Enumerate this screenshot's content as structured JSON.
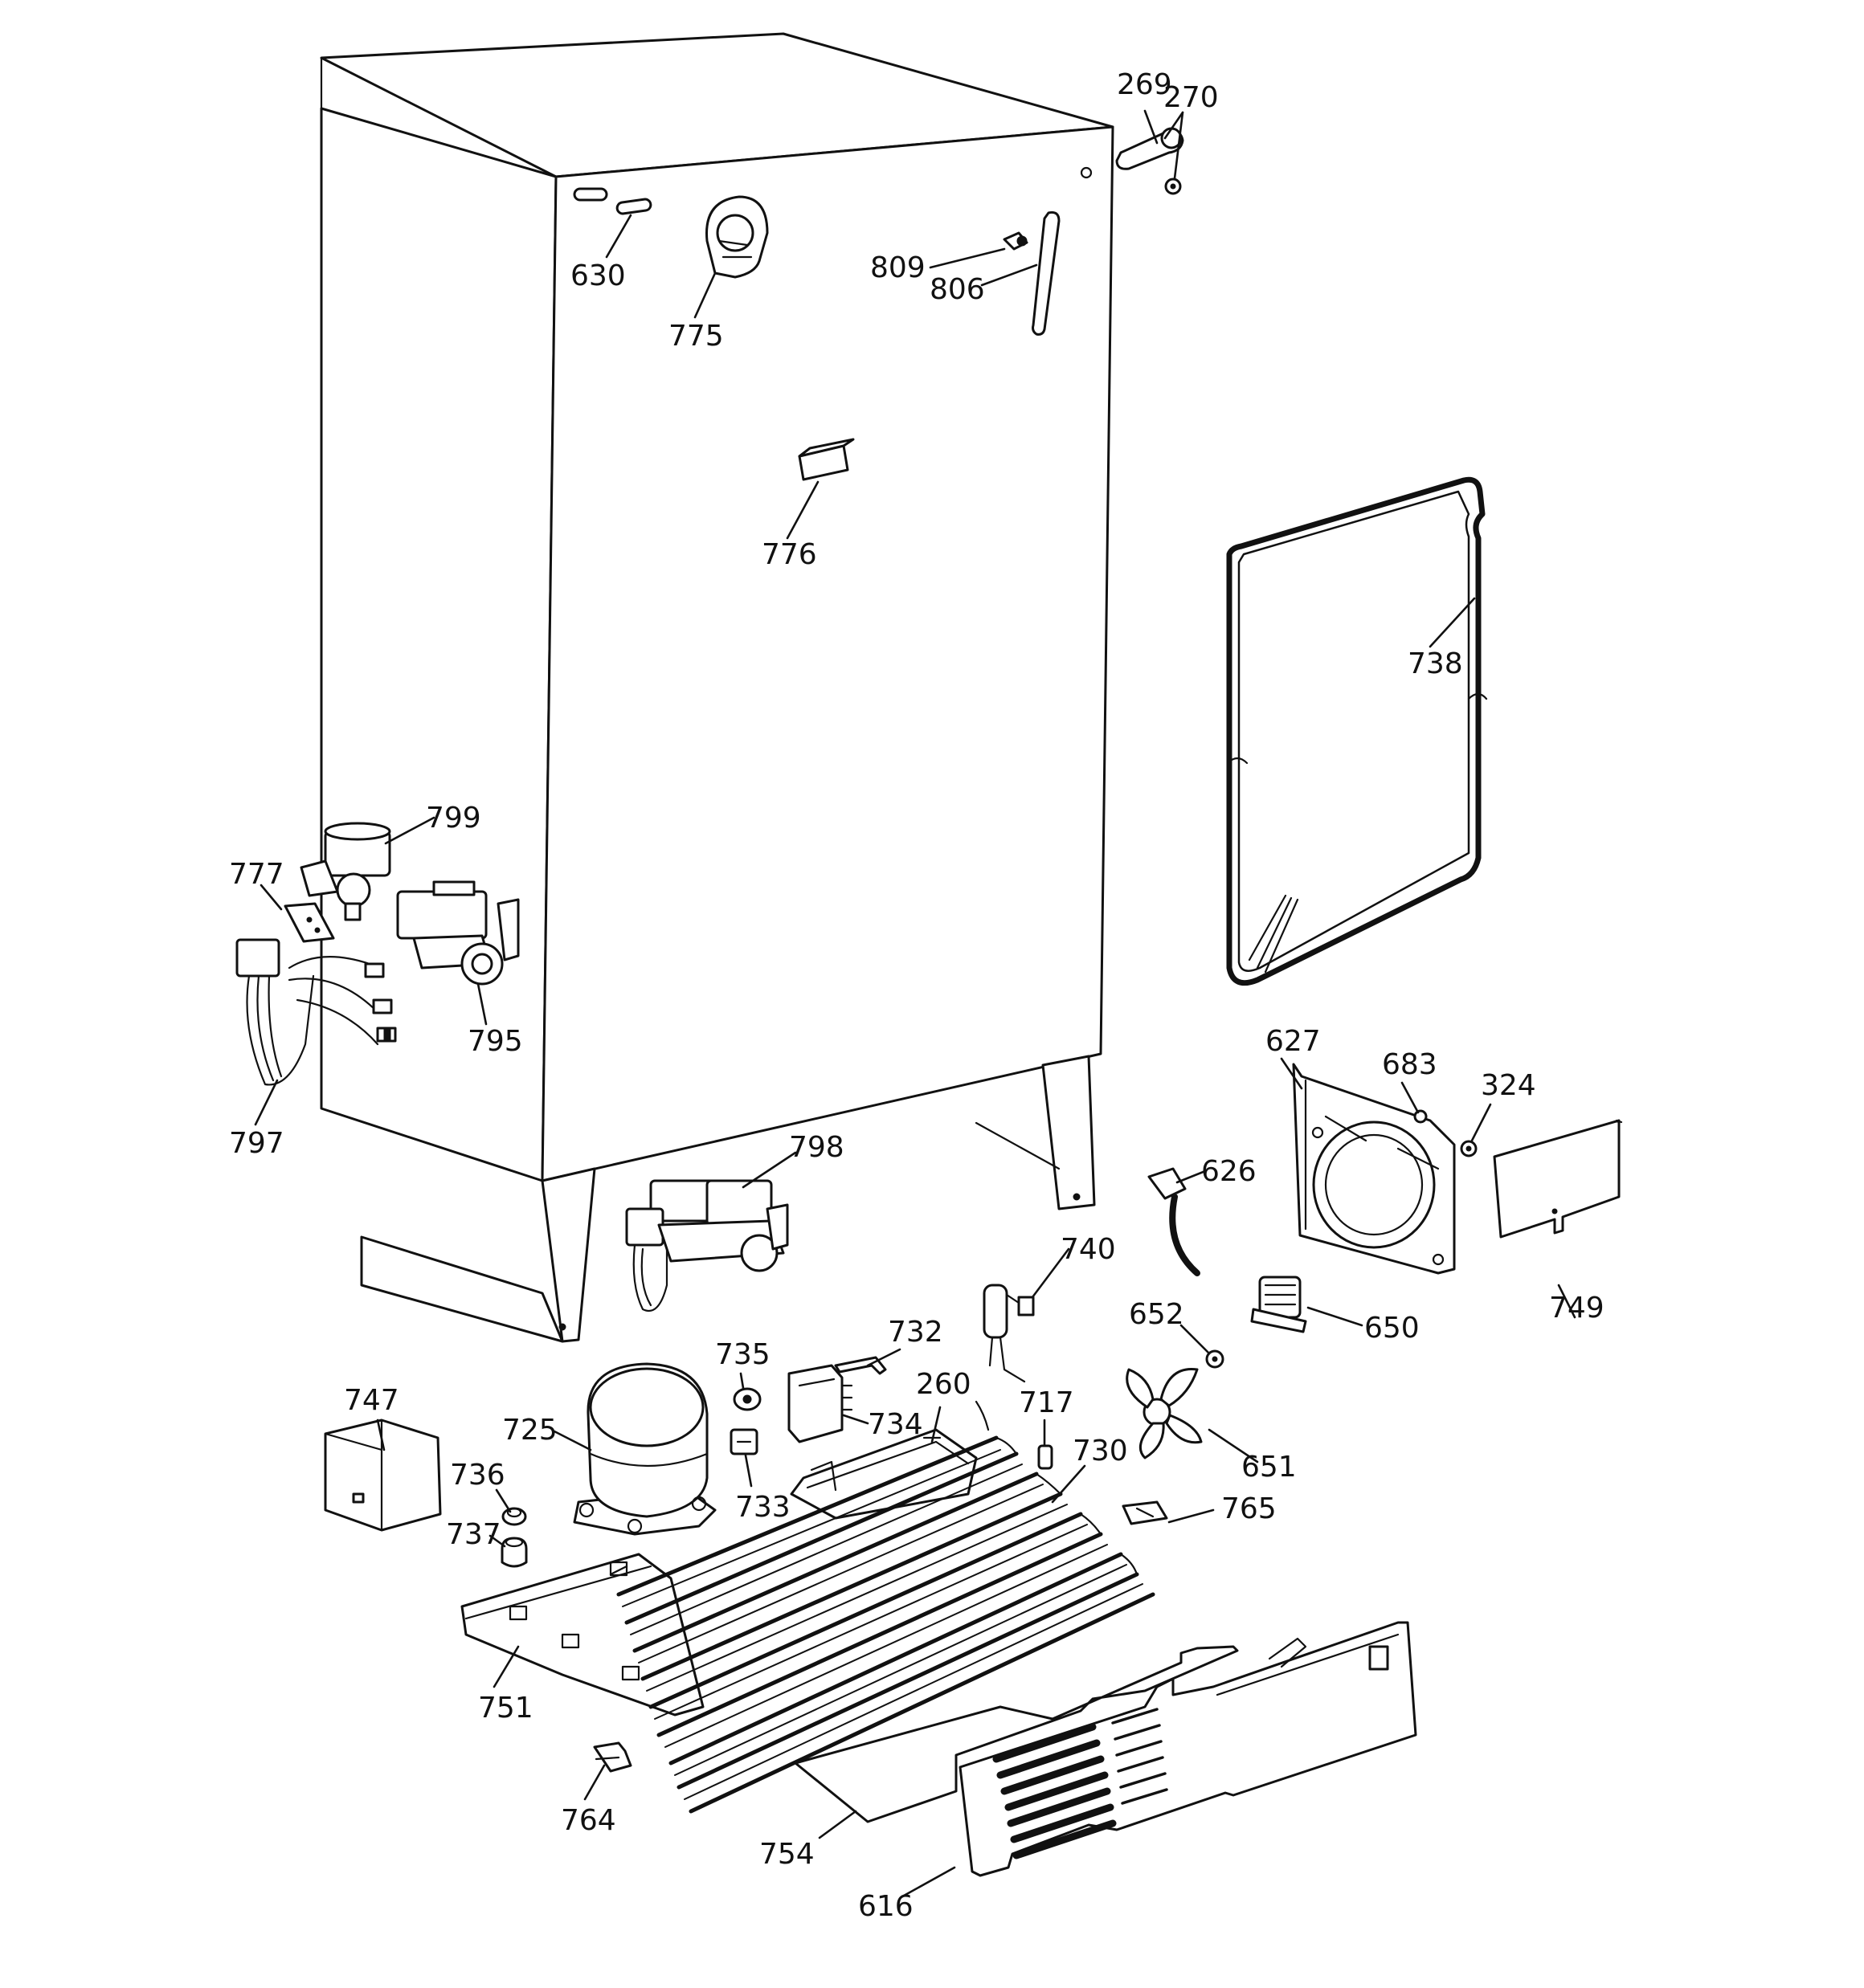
{
  "colors": {
    "line": "#111111",
    "background": "#ffffff"
  },
  "labels": {
    "p269": "269",
    "p270": "270",
    "p630": "630",
    "p775": "775",
    "p809": "809",
    "p806": "806",
    "p776": "776",
    "p738": "738",
    "p799": "799",
    "p777": "777",
    "p795": "795",
    "p797": "797",
    "p627": "627",
    "p683": "683",
    "p324": "324",
    "p798": "798",
    "p626": "626",
    "p740": "740",
    "p749": "749",
    "p652": "652",
    "p650": "650",
    "p732": "732",
    "p735": "735",
    "p260": "260",
    "p747": "747",
    "p725": "725",
    "p734": "734",
    "p717": "717",
    "p730": "730",
    "p651": "651",
    "p736": "736",
    "p733": "733",
    "p765": "765",
    "p737": "737",
    "p751": "751",
    "p764": "764",
    "p754": "754",
    "p616": "616"
  }
}
